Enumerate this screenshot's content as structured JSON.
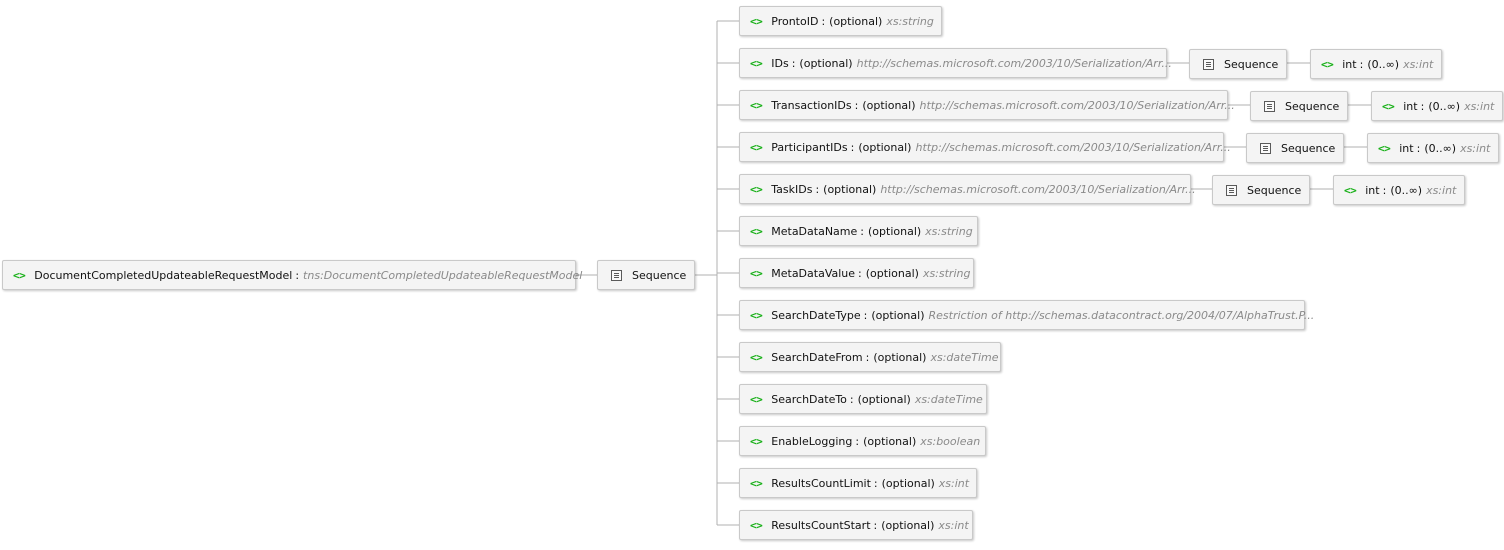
{
  "root": {
    "name": "DocumentCompletedUpdateableRequestModel",
    "type": "tns:DocumentCompletedUpdateableRequestModel",
    "sequence_label": "Sequence"
  },
  "icons": {
    "element": "element-brackets-icon",
    "sequence": "sequence-icon"
  },
  "colors": {
    "element_icon": "#18b018",
    "type_text": "#8a8a8a",
    "node_bg": "#f4f4f4",
    "connector": "#b0b0b0"
  },
  "elements": [
    {
      "name": "ProntoID",
      "cardinality": "(optional)",
      "type": "xs:string"
    },
    {
      "name": "IDs",
      "cardinality": "(optional)",
      "type": "http://schemas.microsoft.com/2003/10/Serialization/Arr...",
      "child": {
        "sequence_label": "Sequence",
        "name": "int",
        "cardinality": "(0..∞)",
        "type": "xs:int"
      }
    },
    {
      "name": "TransactionIDs",
      "cardinality": "(optional)",
      "type": "http://schemas.microsoft.com/2003/10/Serialization/Arr...",
      "child": {
        "sequence_label": "Sequence",
        "name": "int",
        "cardinality": "(0..∞)",
        "type": "xs:int"
      }
    },
    {
      "name": "ParticipantIDs",
      "cardinality": "(optional)",
      "type": "http://schemas.microsoft.com/2003/10/Serialization/Arr...",
      "child": {
        "sequence_label": "Sequence",
        "name": "int",
        "cardinality": "(0..∞)",
        "type": "xs:int"
      }
    },
    {
      "name": "TaskIDs",
      "cardinality": "(optional)",
      "type": "http://schemas.microsoft.com/2003/10/Serialization/Arr...",
      "child": {
        "sequence_label": "Sequence",
        "name": "int",
        "cardinality": "(0..∞)",
        "type": "xs:int"
      }
    },
    {
      "name": "MetaDataName",
      "cardinality": "(optional)",
      "type": "xs:string"
    },
    {
      "name": "MetaDataValue",
      "cardinality": "(optional)",
      "type": "xs:string"
    },
    {
      "name": "SearchDateType",
      "cardinality": "(optional)",
      "type": "Restriction of http://schemas.datacontract.org/2004/07/AlphaTrust.P..."
    },
    {
      "name": "SearchDateFrom",
      "cardinality": "(optional)",
      "type": "xs:dateTime"
    },
    {
      "name": "SearchDateTo",
      "cardinality": "(optional)",
      "type": "xs:dateTime"
    },
    {
      "name": "EnableLogging",
      "cardinality": "(optional)",
      "type": "xs:boolean"
    },
    {
      "name": "ResultsCountLimit",
      "cardinality": "(optional)",
      "type": "xs:int"
    },
    {
      "name": "ResultsCountStart",
      "cardinality": "(optional)",
      "type": "xs:int"
    }
  ]
}
